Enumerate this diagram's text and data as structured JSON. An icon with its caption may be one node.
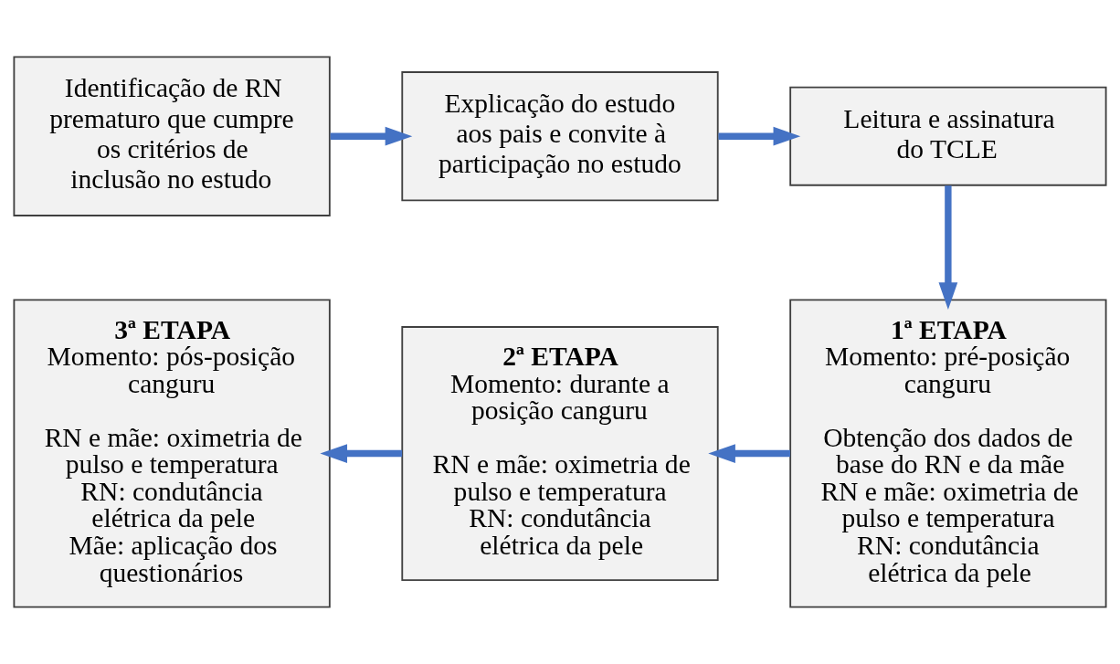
{
  "diagram": {
    "nodes": [
      {
        "text": [
          "Identificação de RN prematuro que cumpre os critérios de inclusão no estudo"
        ]
      },
      {
        "text": [
          "Explicação do estudo aos pais e convite à participação no estudo"
        ]
      },
      {
        "text": [
          "Leitura e assinatura do TCLE"
        ]
      },
      {
        "text": [
          "1ª ETAPA",
          "Momento: pré-posição canguru",
          "Obtenção dos dados de base do RN e da mãe",
          "RN e mãe: oximetria de pulso e temperatura",
          "RN: condutância elétrica da pele"
        ]
      },
      {
        "text": [
          "2ª ETAPA",
          "Momento: durante a posição canguru",
          "RN e mãe: oximetria de pulso e temperatura",
          "RN: condutância elétrica da pele"
        ]
      },
      {
        "text": [
          "3ª ETAPA",
          "Momento: pós-posição canguru",
          "RN e mãe: oximetria de pulso e temperatura",
          "RN: condutância elétrica da pele",
          "Mãe: aplicação dos questionários"
        ]
      }
    ],
    "edges": [
      {
        "from": 0,
        "to": 1,
        "arrow": "to"
      },
      {
        "from": 1,
        "to": 2,
        "arrow": "to"
      },
      {
        "from": 2,
        "to": 3,
        "arrow": "to"
      },
      {
        "from": 3,
        "to": 4,
        "arrow": "to"
      },
      {
        "from": 4,
        "to": 5,
        "arrow": "to"
      }
    ]
  }
}
